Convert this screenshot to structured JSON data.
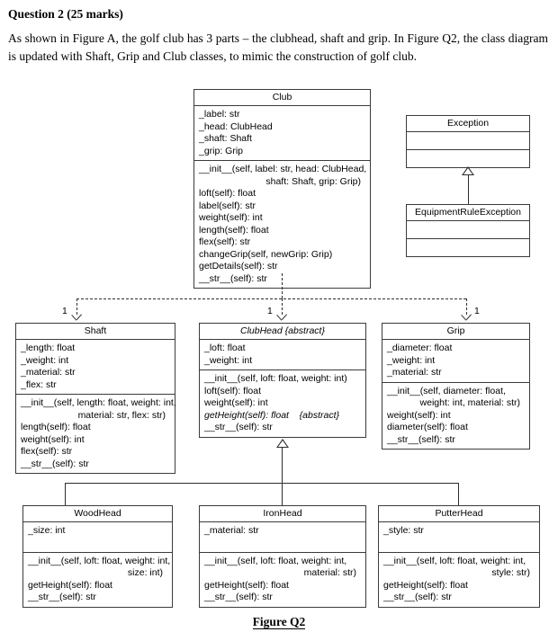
{
  "question": {
    "title": "Question 2 (25 marks)",
    "body": "As shown in Figure A, the golf club has 3 parts – the clubhead, shaft and grip.  In Figure Q2, the class diagram is updated with Shaft, Grip and Club classes, to mimic the construction of golf club."
  },
  "figure": {
    "caption": "Figure Q2"
  },
  "multiplicities": {
    "shaft": "1",
    "clubhead": "1",
    "grip": "1"
  },
  "classes": {
    "club": {
      "name": "Club",
      "attributes": [
        "_label: str",
        "_head: ClubHead",
        "_shaft: Shaft",
        "_grip: Grip"
      ],
      "operations": [
        "__init__(self, label: str, head: ClubHead,",
        "shaft: Shaft, grip: Grip)",
        "loft(self): float",
        "label(self): str",
        "weight(self): int",
        "length(self): float",
        "flex(self): str",
        "changeGrip(self, newGrip: Grip)",
        "getDetails(self): str",
        "__str__(self): str"
      ]
    },
    "exception": {
      "name": "Exception",
      "attributes": [],
      "operations": []
    },
    "equipment_rule_exception": {
      "name": "EquipmentRuleException",
      "attributes": [],
      "operations": []
    },
    "shaft": {
      "name": "Shaft",
      "attributes": [
        "_length: float",
        "_weight: int",
        "_material: str",
        "_flex: str"
      ],
      "operations": [
        "__init__(self, length: float, weight: int,",
        "material: str, flex: str)",
        "length(self): float",
        "weight(self): int",
        "flex(self): str",
        "__str__(self): str"
      ]
    },
    "clubhead": {
      "name": "ClubHead  {abstract}",
      "attributes": [
        "_loft: float",
        "_weight: int"
      ],
      "operations": [
        "__init__(self, loft: float, weight: int)",
        "loft(self): float",
        "weight(self): int",
        "getHeight(self): float    {abstract}",
        "__str__(self): str"
      ]
    },
    "grip": {
      "name": "Grip",
      "attributes": [
        "_diameter: float",
        "_weight: int",
        "_material: str"
      ],
      "operations": [
        "__init__(self, diameter: float,",
        "weight: int, material: str)",
        "weight(self): int",
        "diameter(self): float",
        "__str__(self): str"
      ]
    },
    "woodhead": {
      "name": "WoodHead",
      "attributes": [
        "_size: int"
      ],
      "operations": [
        "__init__(self, loft: float, weight: int,",
        "size: int)",
        "getHeight(self): float",
        "__str__(self): str"
      ]
    },
    "ironhead": {
      "name": "IronHead",
      "attributes": [
        "_material: str"
      ],
      "operations": [
        "__init__(self, loft: float, weight: int,",
        "material: str)",
        "getHeight(self): float",
        "__str__(self): str"
      ]
    },
    "putterhead": {
      "name": "PutterHead",
      "attributes": [
        "_style: str"
      ],
      "operations": [
        "__init__(self, loft: float, weight: int,",
        "style: str)",
        "getHeight(self): float",
        "__str__(self): str"
      ]
    }
  }
}
